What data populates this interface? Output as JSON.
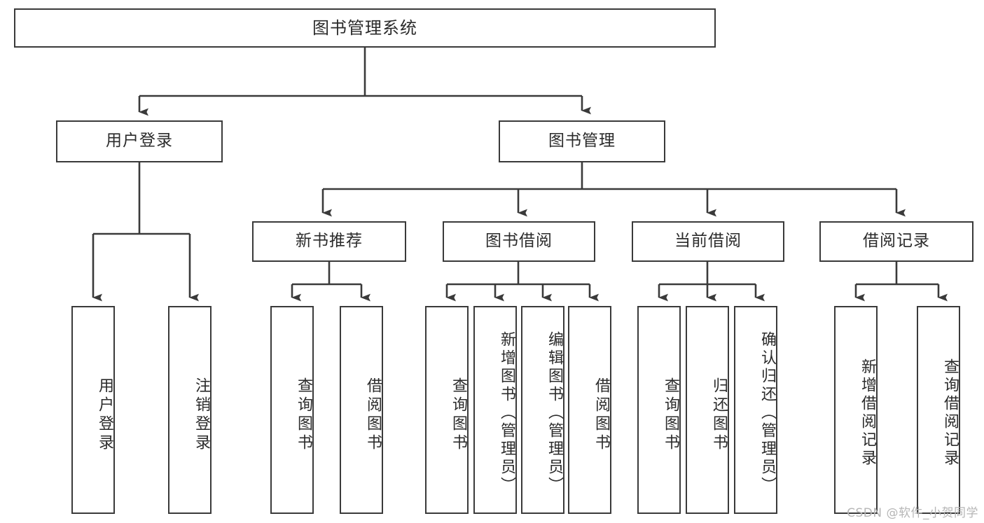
{
  "diagram": {
    "title": "图书管理系统",
    "type": "tree-hierarchy-chart",
    "colors": {
      "border": "#3a3a3a",
      "background": "#ffffff",
      "text": "#2b2b2b",
      "watermark": "#b6b6b6"
    },
    "root": {
      "id": "root",
      "label": "图书管理系统"
    },
    "level1": [
      {
        "id": "user-login",
        "label": "用户登录"
      },
      {
        "id": "book-manage",
        "label": "图书管理"
      }
    ],
    "level2": [
      {
        "id": "new-book-recommend",
        "label": "新书推荐",
        "parent": "book-manage"
      },
      {
        "id": "book-borrow",
        "label": "图书借阅",
        "parent": "book-manage"
      },
      {
        "id": "current-borrow",
        "label": "当前借阅",
        "parent": "book-manage"
      },
      {
        "id": "borrow-record",
        "label": "借阅记录",
        "parent": "book-manage"
      }
    ],
    "leaves": {
      "user-login": [
        {
          "id": "leaf-user-login",
          "label": "用户登录"
        },
        {
          "id": "leaf-logout-login",
          "label": "注销登录"
        }
      ],
      "new-book-recommend": [
        {
          "id": "leaf-query-book-1",
          "label": "查询图书"
        },
        {
          "id": "leaf-borrow-book-1",
          "label": "借阅图书"
        }
      ],
      "book-borrow": [
        {
          "id": "leaf-query-book-2",
          "label": "查询图书"
        },
        {
          "id": "leaf-add-book-admin",
          "label": "新增图书（管理员）"
        },
        {
          "id": "leaf-edit-book-admin",
          "label": "编辑图书（管理员）"
        },
        {
          "id": "leaf-borrow-book-2",
          "label": "借阅图书"
        }
      ],
      "current-borrow": [
        {
          "id": "leaf-query-book-3",
          "label": "查询图书"
        },
        {
          "id": "leaf-return-book",
          "label": "归还图书"
        },
        {
          "id": "leaf-confirm-return-admin",
          "label": "确认归还（管理员）"
        }
      ],
      "borrow-record": [
        {
          "id": "leaf-add-borrow-record",
          "label": "新增借阅记录"
        },
        {
          "id": "leaf-query-borrow-record",
          "label": "查询借阅记录"
        }
      ]
    },
    "watermark": "CSDN @软件_小贺同学"
  }
}
